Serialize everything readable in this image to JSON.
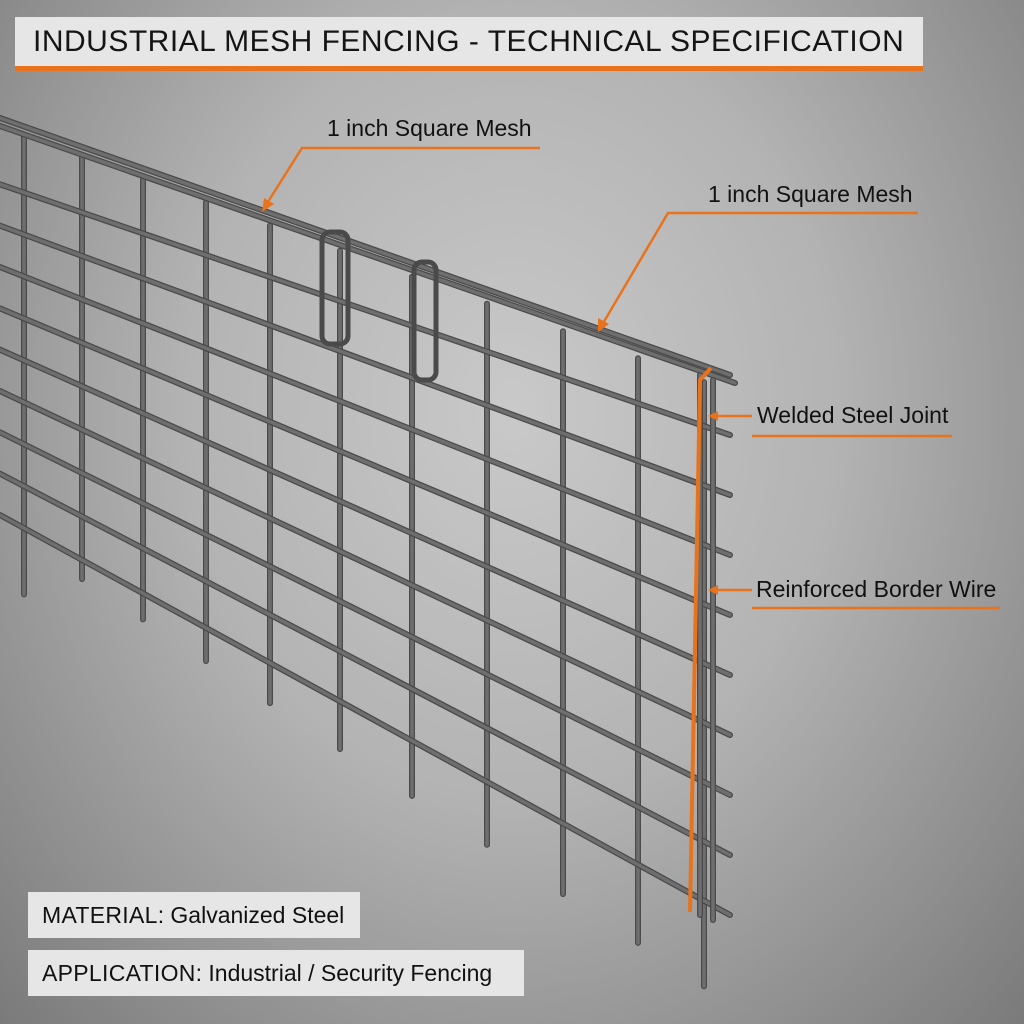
{
  "title": "INDUSTRIAL MESH FENCING - TECHNICAL SPECIFICATION",
  "callouts": {
    "mesh_top": "1 inch Square Mesh",
    "mesh_right": "1 inch Square Mesh",
    "welded_joint": "Welded Steel Joint",
    "border_wire": "Reinforced Border Wire"
  },
  "specs": {
    "material_key": "MATERIAL:",
    "material_value": "Galvanized Steel",
    "application_key": "APPLICATION:",
    "application_value": "Industrial / Security Fencing"
  },
  "colors": {
    "accent": "#e8731c",
    "wire": "#6e6e6e",
    "wire_dark": "#4a4a4a",
    "label_box": "#e6e6e6"
  }
}
